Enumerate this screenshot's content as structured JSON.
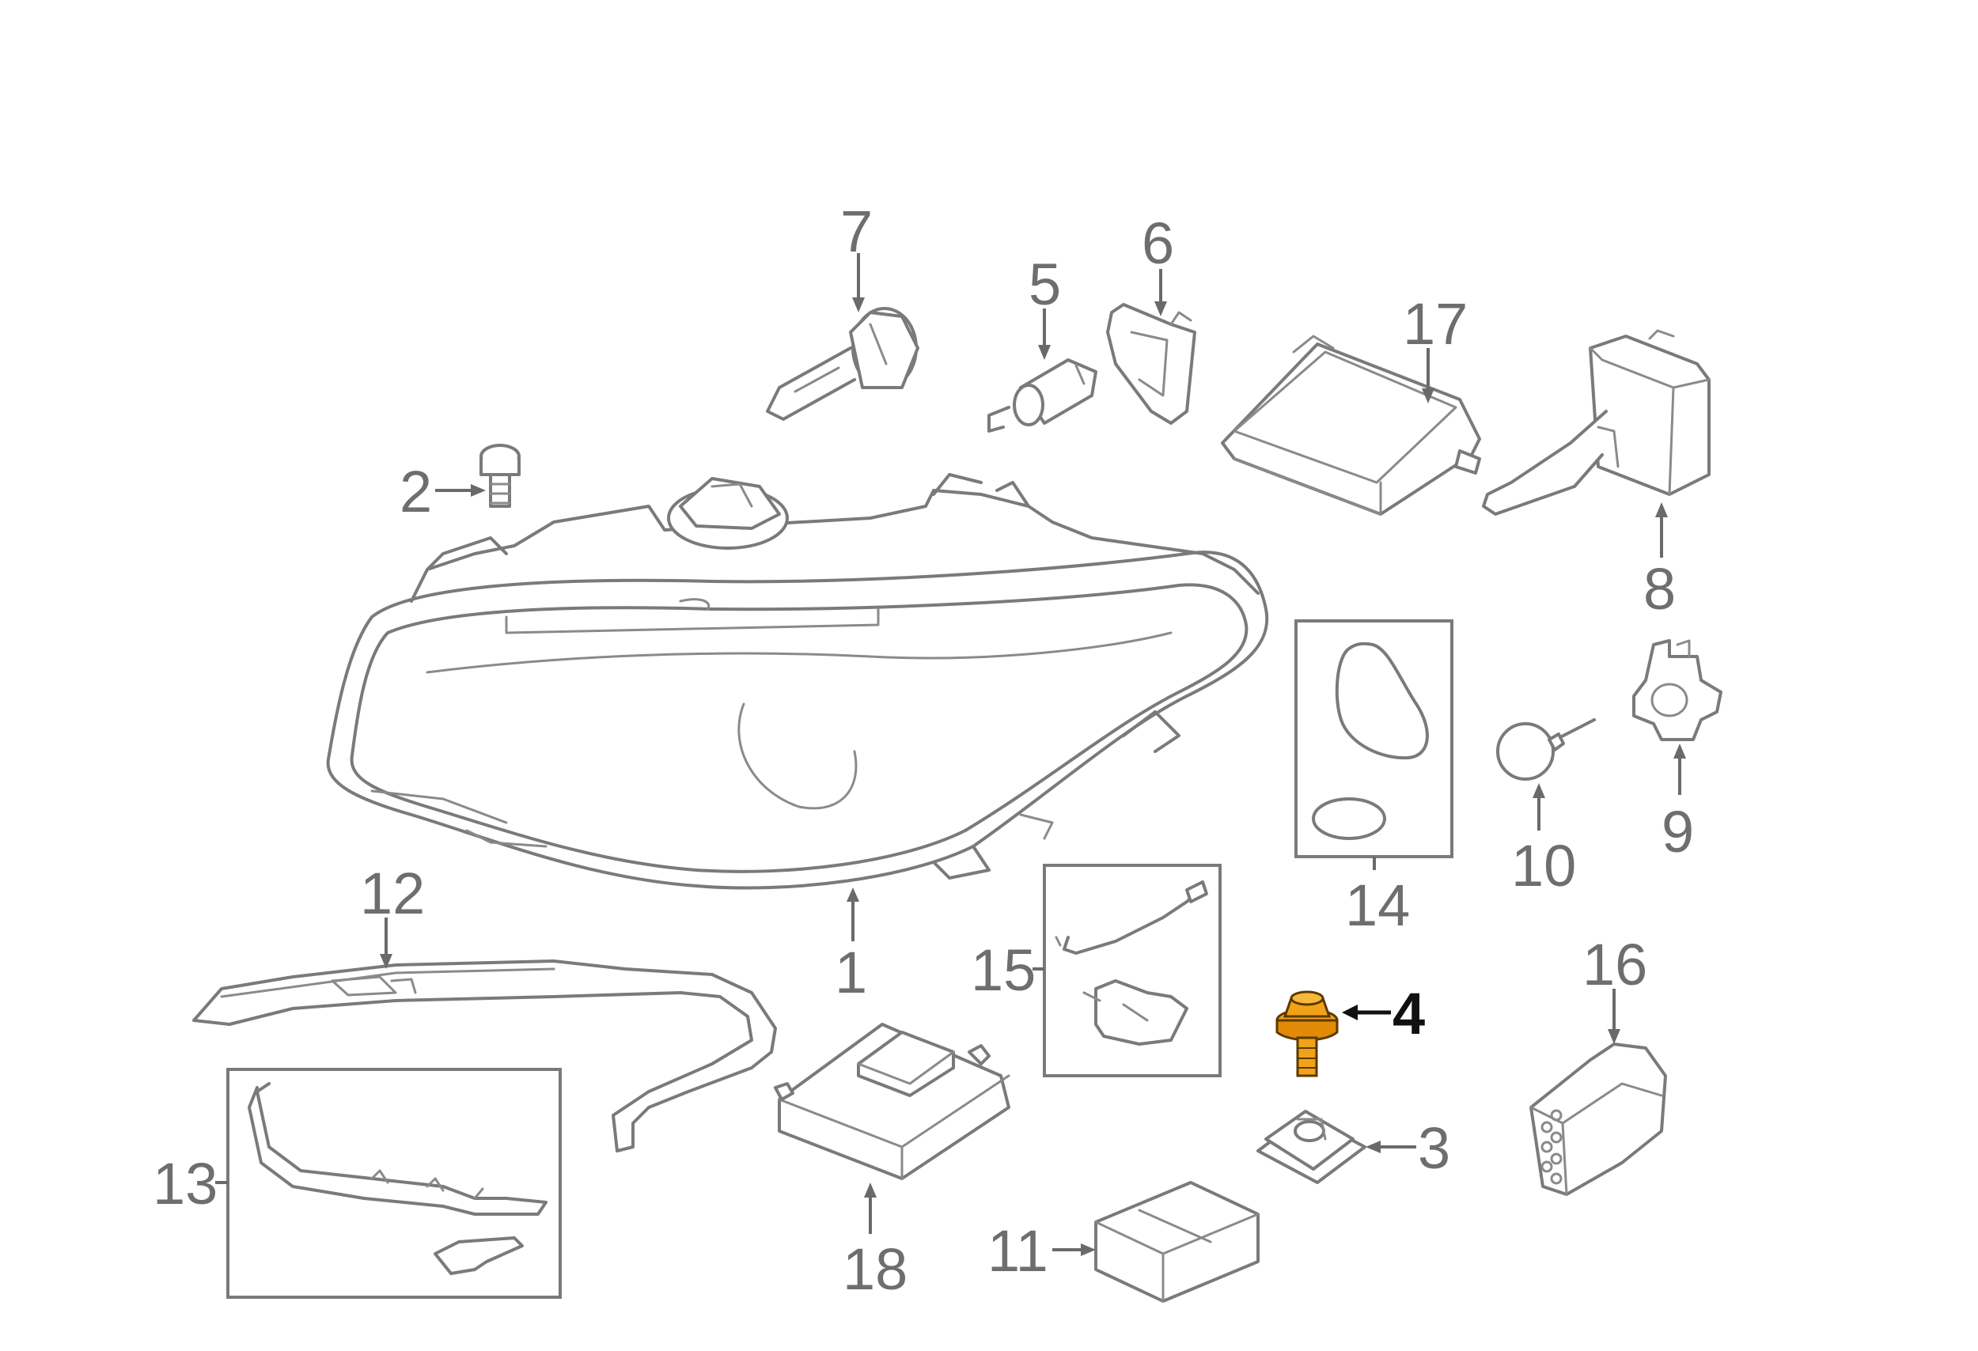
{
  "diagram": {
    "highlight_color": "#f2a218",
    "line_color": "#7a7a7a",
    "highlighted_part": "4",
    "callouts": {
      "c1": "1",
      "c2": "2",
      "c3": "3",
      "c4": "4",
      "c5": "5",
      "c6": "6",
      "c7": "7",
      "c8": "8",
      "c9": "9",
      "c10": "10",
      "c11": "11",
      "c12": "12",
      "c13": "13",
      "c14": "14",
      "c15": "15",
      "c16": "16",
      "c17": "17",
      "c18": "18"
    }
  }
}
